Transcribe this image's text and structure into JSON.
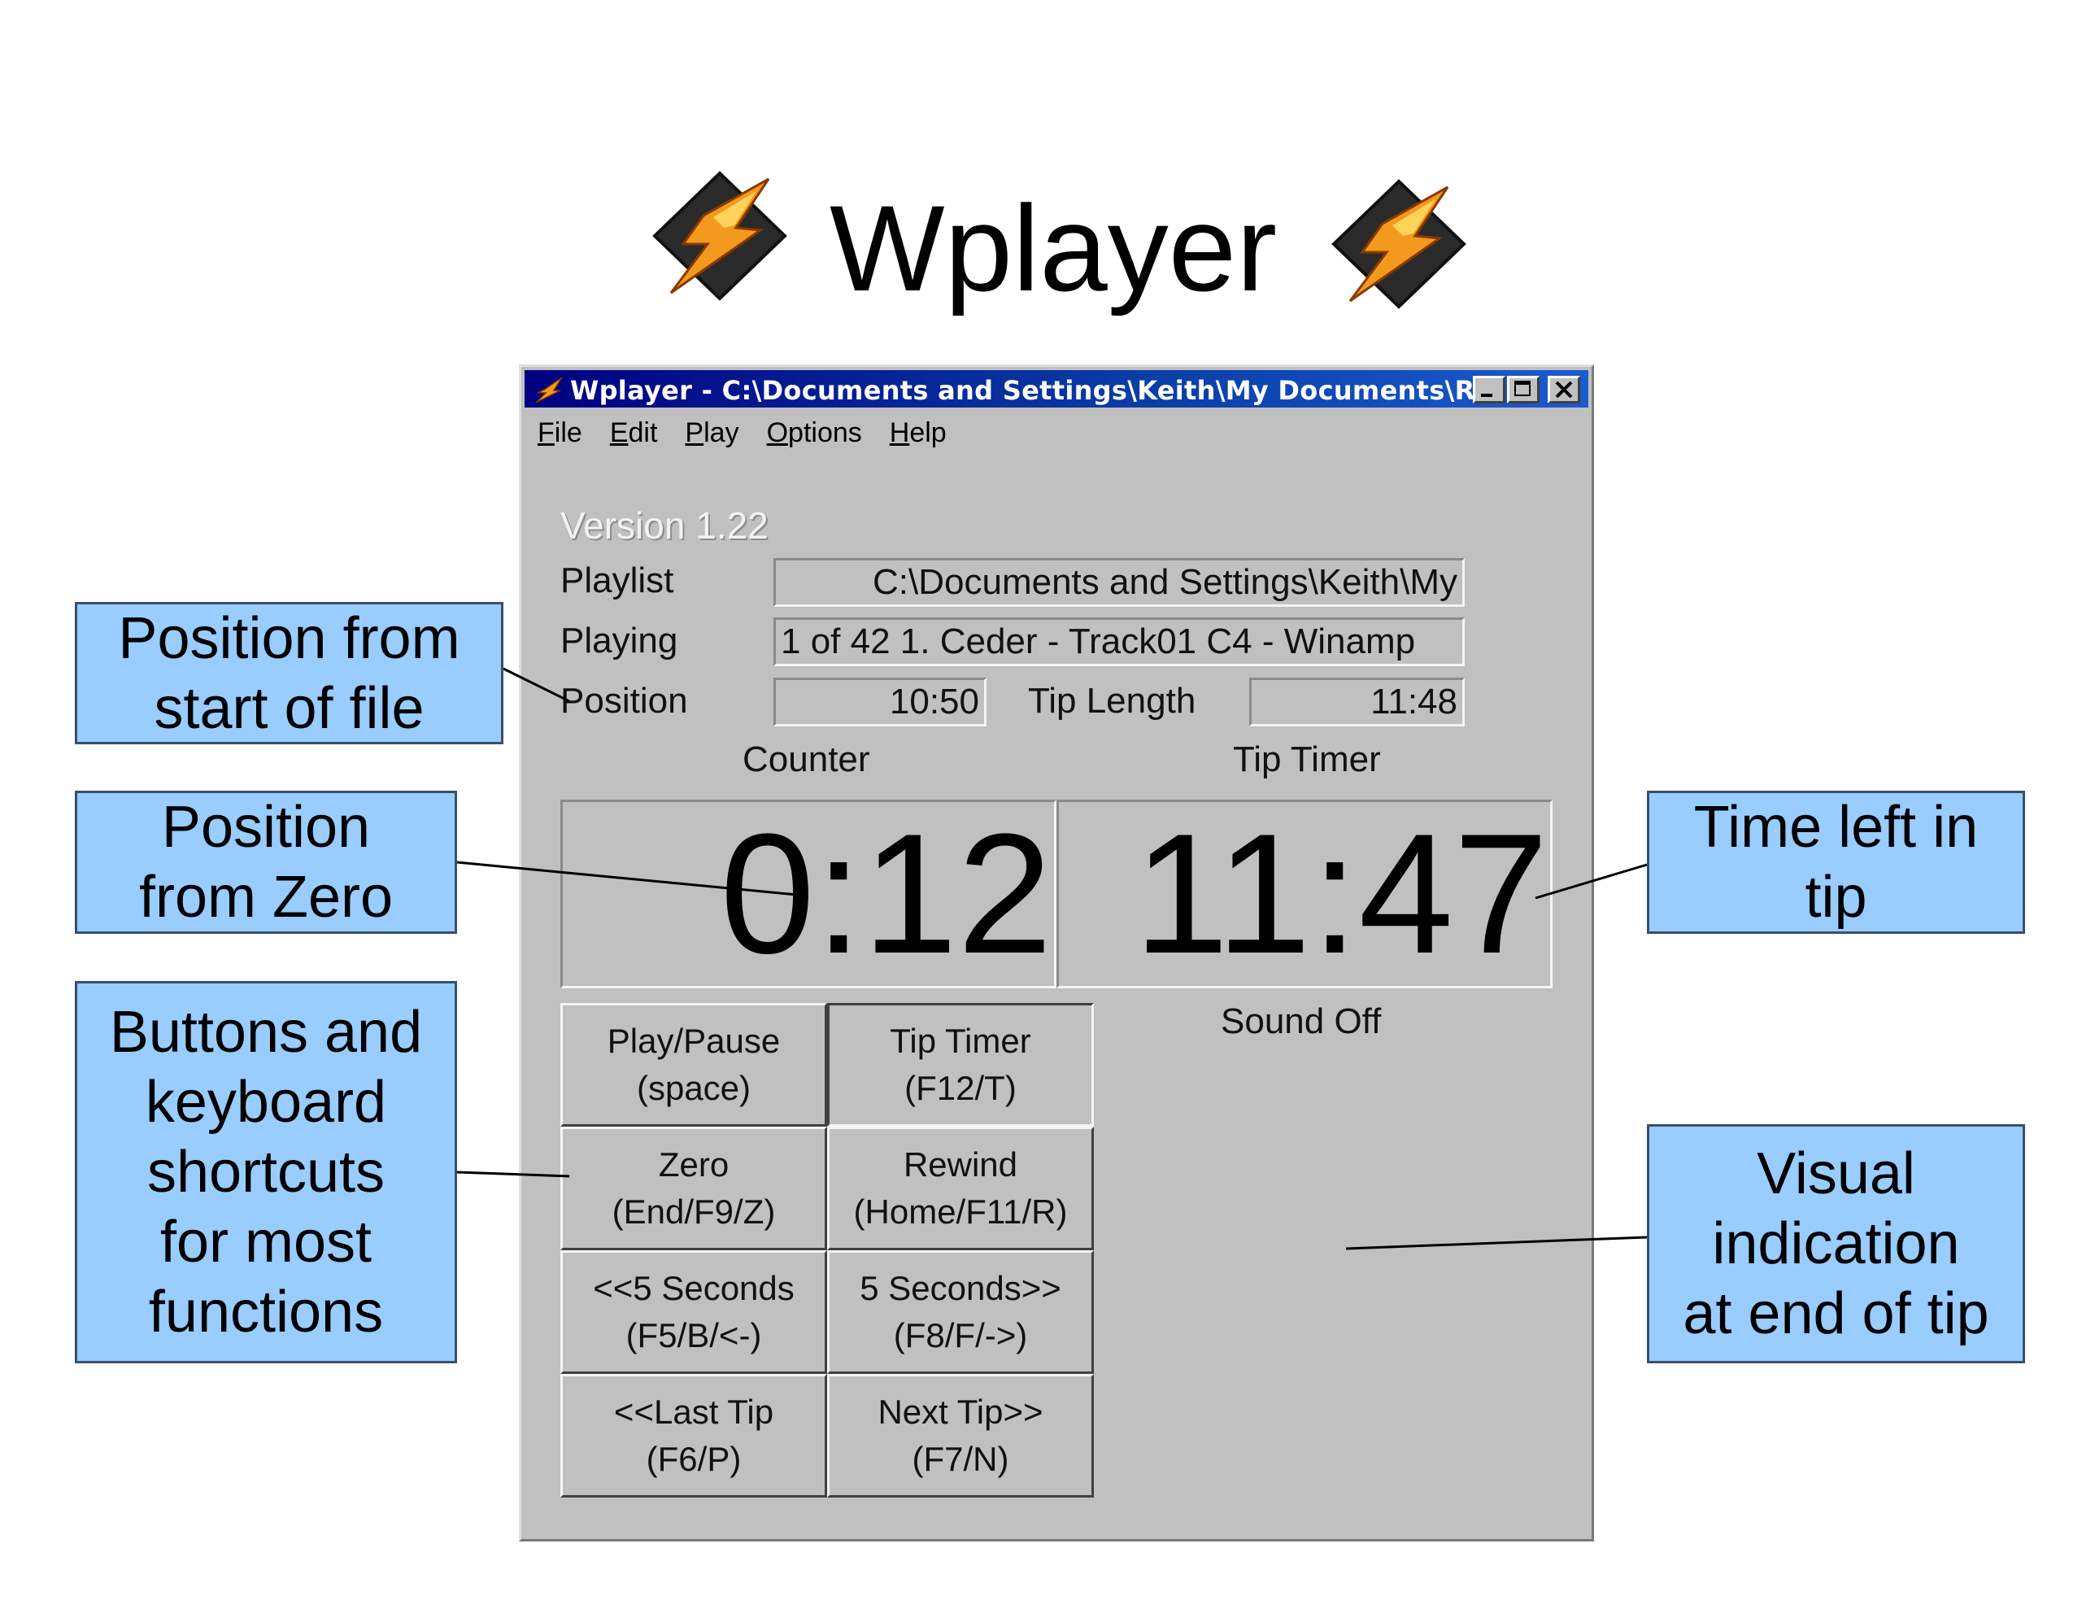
{
  "slide": {
    "title": "Wplayer"
  },
  "window": {
    "title": "Wplayer - C:\\Documents and Settings\\Keith\\My Documents\\Re...",
    "menu": [
      "File",
      "Edit",
      "Play",
      "Options",
      "Help"
    ],
    "version": "Version 1.22",
    "playlist": {
      "label": "Playlist",
      "value": "C:\\Documents and Settings\\Keith\\My"
    },
    "playing": {
      "label": "Playing",
      "value": "1 of 42   1. Ceder - Track01 C4 - Winamp"
    },
    "position": {
      "label": "Position",
      "value": "10:50"
    },
    "tip_length": {
      "label": "Tip Length",
      "value": "11:48"
    },
    "counter": {
      "label": "Counter",
      "value": "0:12"
    },
    "tip_timer": {
      "label": "Tip Timer",
      "value": "11:47"
    },
    "sound_status": "Sound Off",
    "buttons": [
      {
        "line1": "Play/Pause",
        "line2": "(space)"
      },
      {
        "line1": "Tip Timer",
        "line2": "(F12/T)"
      },
      {
        "line1": "Zero",
        "line2": "(End/F9/Z)"
      },
      {
        "line1": "Rewind",
        "line2": "(Home/F11/R)"
      },
      {
        "line1": "<<5 Seconds",
        "line2": "(F5/B/<-)"
      },
      {
        "line1": "5 Seconds>>",
        "line2": "(F8/F/->)"
      },
      {
        "line1": "<<Last Tip",
        "line2": "(F6/P)"
      },
      {
        "line1": "Next Tip>>",
        "line2": "(F7/N)"
      }
    ]
  },
  "callouts": {
    "position_from_file": [
      "Position from",
      "start of file"
    ],
    "position_from_zero": [
      "Position",
      "from Zero"
    ],
    "buttons": [
      "Buttons and",
      "keyboard",
      "shortcuts",
      "for most",
      "functions"
    ],
    "time_left": [
      "Time left in",
      "tip"
    ],
    "visual": [
      "Visual",
      "indication",
      "at end of tip"
    ]
  },
  "colors": {
    "callout_fill": "#99ccff",
    "window_gray": "#c0c0c0",
    "titlebar": "#000080",
    "logo_orange": "#f39a1e"
  },
  "icons": [
    "lightning-logo-icon",
    "minimize-icon",
    "maximize-icon",
    "close-icon"
  ]
}
